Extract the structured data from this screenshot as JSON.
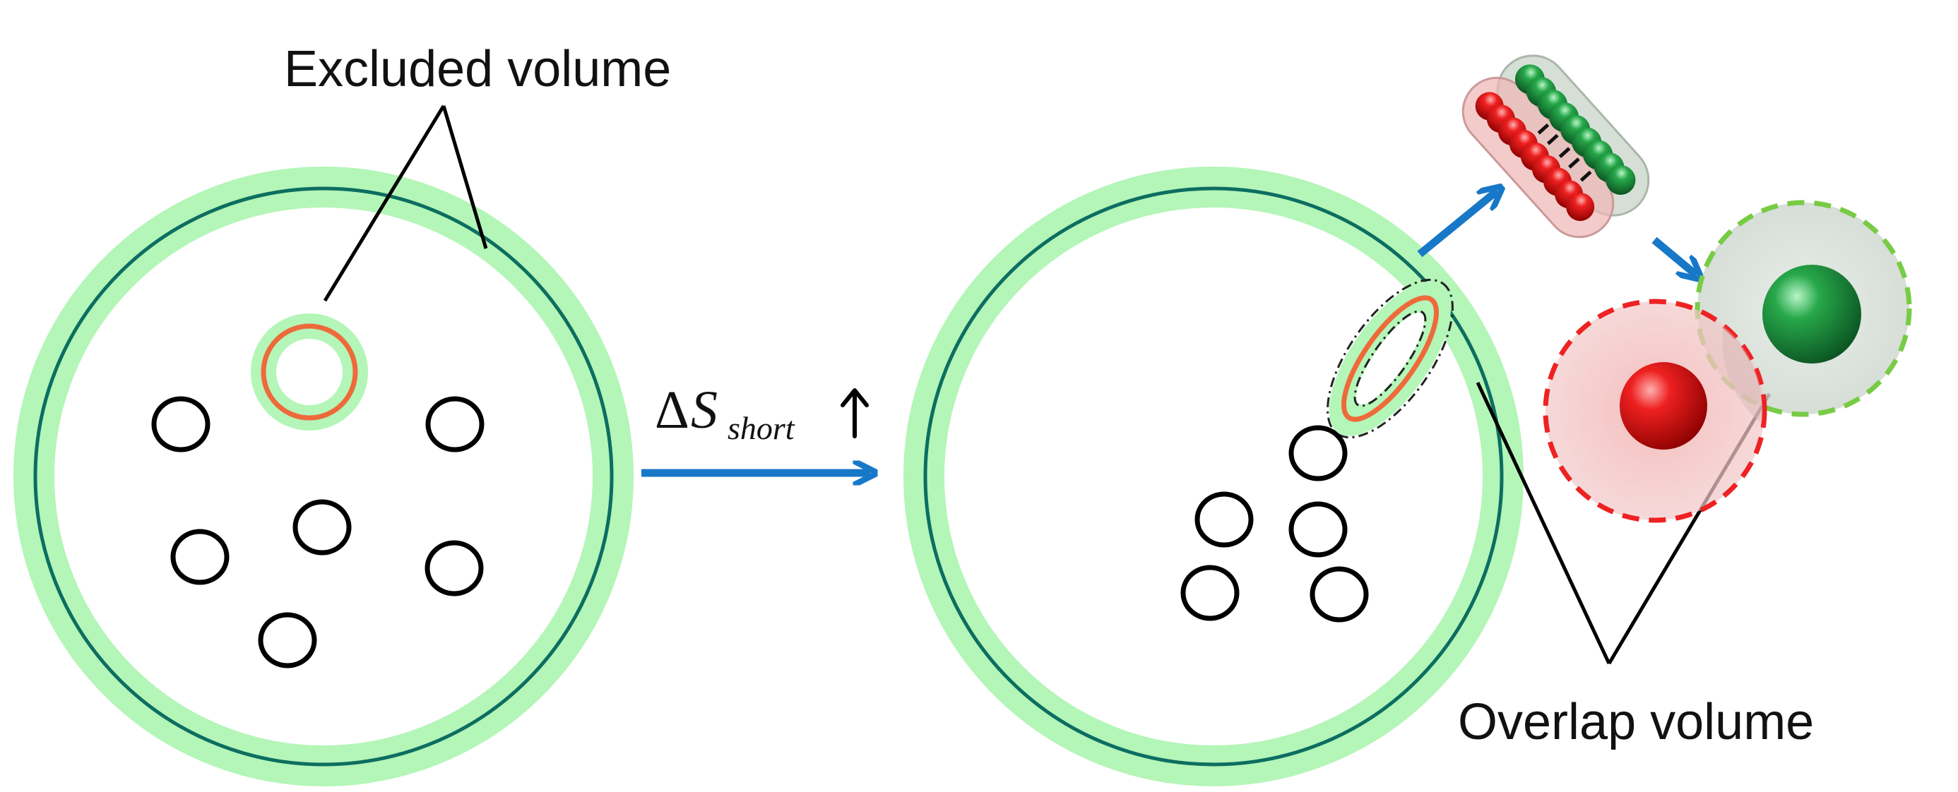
{
  "labels": {
    "excluded_volume": "Excluded volume",
    "overlap_volume": "Overlap volume"
  },
  "entropy_label": {
    "delta": "Δ",
    "symbol": "S",
    "subscript": "short",
    "direction_arrow": "↑"
  },
  "colors": {
    "excluded_halo": "#b4f5b8",
    "membrane_line": "#0c6e60",
    "particle_outline": "#000000",
    "highlight_ring": "#ee6a3a",
    "process_arrow": "#1878c8",
    "red_sphere": "#dd1111",
    "green_sphere": "#1a9a40",
    "red_halo_dash": "#ee2222",
    "green_halo_dash": "#77cc44"
  },
  "icons": {
    "entropy_increase": "up-arrow-icon",
    "process": "right-arrow-icon"
  }
}
